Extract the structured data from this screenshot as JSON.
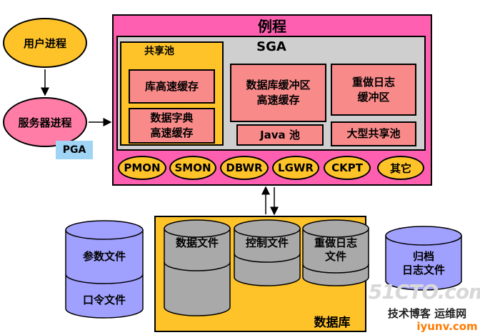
{
  "processes": {
    "user_process": "用户进程",
    "server_process": "服务器进程",
    "pga": "PGA"
  },
  "instance": {
    "title": "例程",
    "sga": {
      "title": "SGA",
      "shared_pool": {
        "title": "共享池",
        "library_cache": "库高速缓存",
        "data_dictionary_cache": "数据字典\n高速缓存"
      },
      "db_buffer_cache": "数据库缓冲区\n高速缓存",
      "redo_log_buffer": "重做日志\n缓冲区",
      "java_pool": "Java 池",
      "large_pool": "大型共享池"
    },
    "background_processes": [
      "PMON",
      "SMON",
      "DBWR",
      "LGWR",
      "CKPT",
      "其它"
    ]
  },
  "database": {
    "title": "数据库",
    "datafiles": "数据文件",
    "control_files": "控制文件",
    "redo_log_files": "重做日志\n文件"
  },
  "external_files": {
    "parameter_file": "参数文件",
    "password_file": "口令文件",
    "archived_logs": "归档\n日志文件"
  },
  "watermark": {
    "line1": "51CTO.com",
    "line2": "技术博客  运维网",
    "line3": "iyunv.com"
  },
  "colors": {
    "process_yellow": "#ffc32a",
    "process_pink": "#ff7da7",
    "instance_pink": "#ff5fb0",
    "sga_gray": "#cfcfcf",
    "component_salmon": "#f98a8a",
    "file_lavender": "#a0a0ff",
    "pga_blue": "#9fd4f4"
  }
}
